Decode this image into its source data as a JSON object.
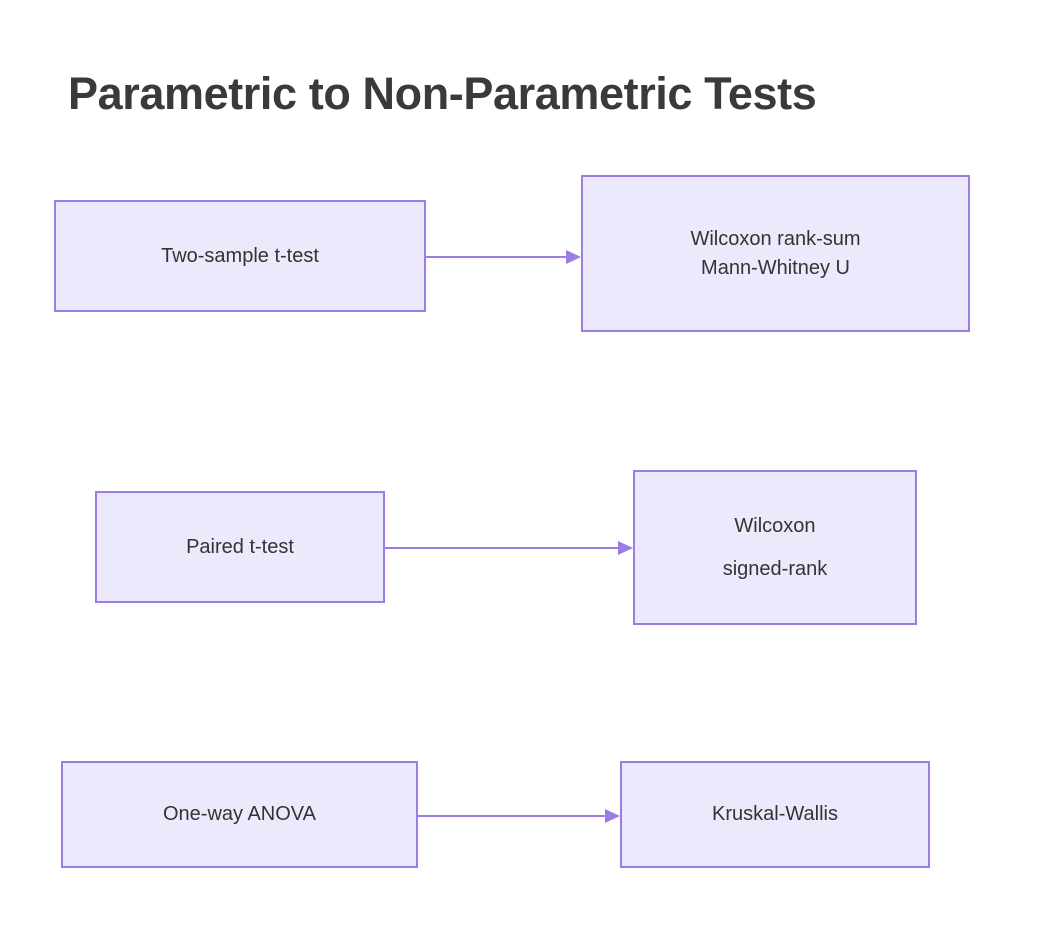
{
  "title": "Parametric to Non-Parametric Tests",
  "theme": {
    "background": "#ffffff",
    "node_fill": "#ece9fc",
    "node_border": "#9d7ce4",
    "edge_color": "#9d7ce4",
    "node_text": "#333333",
    "title_text": "#3a3a3a"
  },
  "nodes": {
    "two_sample_t_test": {
      "label": "Two-sample t-test"
    },
    "wilcoxon_rank_sum": {
      "line1": "Wilcoxon rank-sum",
      "line2": "Mann-Whitney U"
    },
    "paired_t_test": {
      "label": "Paired t-test"
    },
    "wilcoxon_signed_rank": {
      "line1": "Wilcoxon",
      "line2": "signed-rank"
    },
    "one_way_anova": {
      "label": "One-way ANOVA"
    },
    "kruskal_wallis": {
      "label": "Kruskal-Wallis"
    }
  },
  "edges": [
    {
      "from": "Two-sample t-test",
      "to": "Wilcoxon rank-sum Mann-Whitney U"
    },
    {
      "from": "Paired t-test",
      "to": "Wilcoxon signed-rank"
    },
    {
      "from": "One-way ANOVA",
      "to": "Kruskal-Wallis"
    }
  ]
}
